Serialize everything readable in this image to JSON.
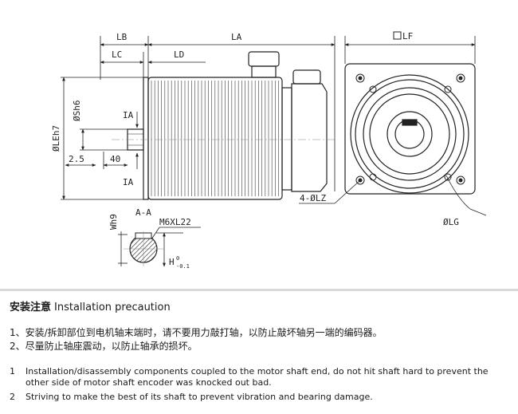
{
  "drawing": {
    "labels": {
      "lb": "LB",
      "la": "LA",
      "lf": "LF",
      "lc": "LC",
      "ld": "LD",
      "shaft_dia": "ØSh6",
      "flange_dia": "ØLEh7",
      "ia_top": "IA",
      "ia_bottom": "IA",
      "dim_2_5": "2.5",
      "dim_40": "40",
      "section": "A-A",
      "thread": "M6XL22",
      "key_width": "Wh9",
      "key_height": "H",
      "tol_upper": "0",
      "tol_lower": "-0.1",
      "holes": "4-ØLZ",
      "pcd": "ØLG"
    }
  },
  "notes": {
    "heading_cn": "安装注意",
    "heading_en": "Installation precaution",
    "cn_items": [
      "1、安装/拆卸部位到电机轴末端时，请不要用力敲打轴，以防止敲坏轴另一端的编码器。",
      "2、尽量防止轴座震动，以防止轴承的损坏。"
    ],
    "en_items": [
      {
        "num": "1",
        "text": "Installation/disassembly components coupled to the motor shaft end, do not hit shaft hard to prevent the other side of motor shaft encoder was knocked out bad."
      },
      {
        "num": "2",
        "text": "Striving to make the best of its shaft to prevent vibration and bearing damage."
      }
    ]
  }
}
